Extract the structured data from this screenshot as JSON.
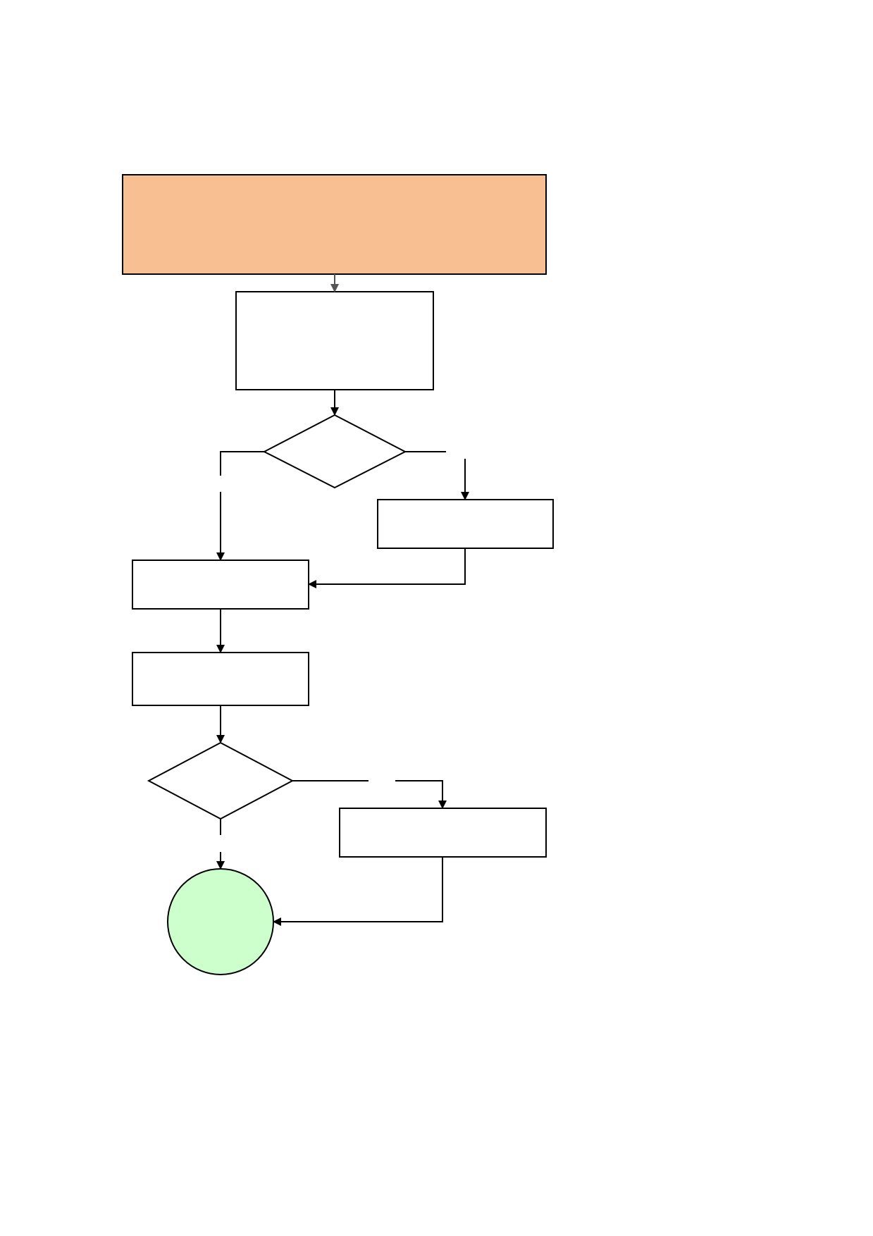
{
  "diagram": {
    "type": "flowchart",
    "colors": {
      "header_fill": "#F7BF92",
      "end_fill": "#CCFFCC",
      "box_fill": "#FFFFFF",
      "stroke": "#000000",
      "top_arrow": "#555555"
    },
    "nodes": [
      {
        "id": "header-box",
        "shape": "rect",
        "text": ""
      },
      {
        "id": "process-box-1",
        "shape": "rect",
        "text": ""
      },
      {
        "id": "decision-1",
        "shape": "diamond",
        "text": ""
      },
      {
        "id": "right-box-1",
        "shape": "rect",
        "text": ""
      },
      {
        "id": "left-box-1",
        "shape": "rect",
        "text": ""
      },
      {
        "id": "left-box-2",
        "shape": "rect",
        "text": ""
      },
      {
        "id": "decision-2",
        "shape": "diamond",
        "text": ""
      },
      {
        "id": "right-box-2",
        "shape": "rect",
        "text": ""
      },
      {
        "id": "end-circle",
        "shape": "circle",
        "text": ""
      }
    ],
    "edges": [
      {
        "from": "header-box",
        "to": "process-box-1",
        "label": ""
      },
      {
        "from": "process-box-1",
        "to": "decision-1",
        "label": ""
      },
      {
        "from": "decision-1",
        "to": "left-box-1",
        "label": ""
      },
      {
        "from": "decision-1",
        "to": "right-box-1",
        "label": ""
      },
      {
        "from": "right-box-1",
        "to": "left-box-1",
        "label": ""
      },
      {
        "from": "left-box-1",
        "to": "left-box-2",
        "label": ""
      },
      {
        "from": "left-box-2",
        "to": "decision-2",
        "label": ""
      },
      {
        "from": "decision-2",
        "to": "right-box-2",
        "label": ""
      },
      {
        "from": "decision-2",
        "to": "end-circle",
        "label": ""
      },
      {
        "from": "right-box-2",
        "to": "end-circle",
        "label": ""
      }
    ]
  }
}
